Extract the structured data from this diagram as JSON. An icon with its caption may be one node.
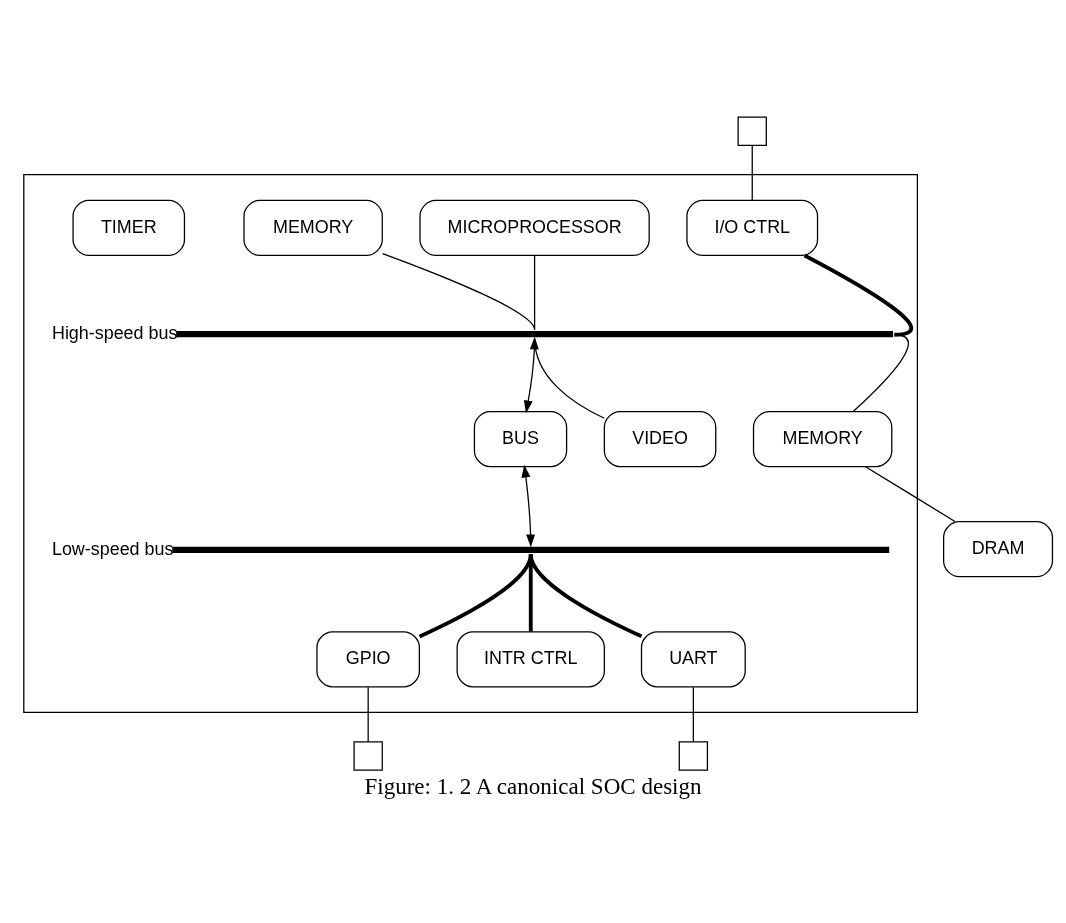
{
  "diagram": {
    "caption": "Figure: 1. 2 A canonical SOC design",
    "nodes": [
      {
        "text": [],
        "shape": "box"
      },
      {
        "text": [],
        "shape": "box"
      },
      {
        "text": [
          "MICROPROCESSOR"
        ],
        "in": 0
      },
      {
        "text": [
          "MEMORY"
        ],
        "in": 0
      },
      {
        "text": [
          "I/O CTRL"
        ],
        "in": 0
      },
      {
        "text": [
          "High-speed bus"
        ],
        "in": 0
      },
      {
        "text": [
          "MEMORY"
        ],
        "in": 0
      },
      {
        "text": [
          "VIDEO"
        ],
        "in": 0
      },
      {
        "text": [
          "BUS"
        ],
        "in": 0
      },
      {
        "text": [
          "Low-speed bus"
        ],
        "in": 0
      },
      {
        "text": [
          "TIMER"
        ],
        "in": 0
      },
      {
        "text": [
          "GPIO"
        ],
        "in": 0
      },
      {
        "text": [
          "INTR CTRL"
        ],
        "in": 0
      },
      {
        "text": [
          "UART"
        ],
        "in": 0
      },
      {
        "text": [],
        "shape": "box"
      },
      {
        "text": [],
        "shape": "box"
      },
      {
        "text": [
          "DRAM"
        ]
      }
    ],
    "edges": [
      {
        "from": 1,
        "to": 4,
        "arrow": "none"
      },
      {
        "from": 2,
        "to": 5,
        "arrow": "none"
      },
      {
        "from": 3,
        "to": 5,
        "arrow": "none"
      },
      {
        "from": 4,
        "to": 5,
        "arrow": "none",
        "style": "thick"
      },
      {
        "from": 5,
        "to": 6,
        "arrow": "none"
      },
      {
        "from": 5,
        "to": 7,
        "arrow": "none"
      },
      {
        "from": 5,
        "to": 8,
        "arrow": "both"
      },
      {
        "from": 8,
        "to": 9,
        "arrow": "both"
      },
      {
        "from": 9,
        "to": 11,
        "arrow": "none",
        "style": "thick"
      },
      {
        "from": 9,
        "to": 12,
        "arrow": "none",
        "style": "thick"
      },
      {
        "from": 9,
        "to": 13,
        "arrow": "none",
        "style": "thick"
      },
      {
        "from": 11,
        "to": 14,
        "arrow": "none"
      },
      {
        "from": 13,
        "to": 15,
        "arrow": "none"
      },
      {
        "from": 6,
        "to": 16,
        "arrow": "none"
      }
    ]
  }
}
